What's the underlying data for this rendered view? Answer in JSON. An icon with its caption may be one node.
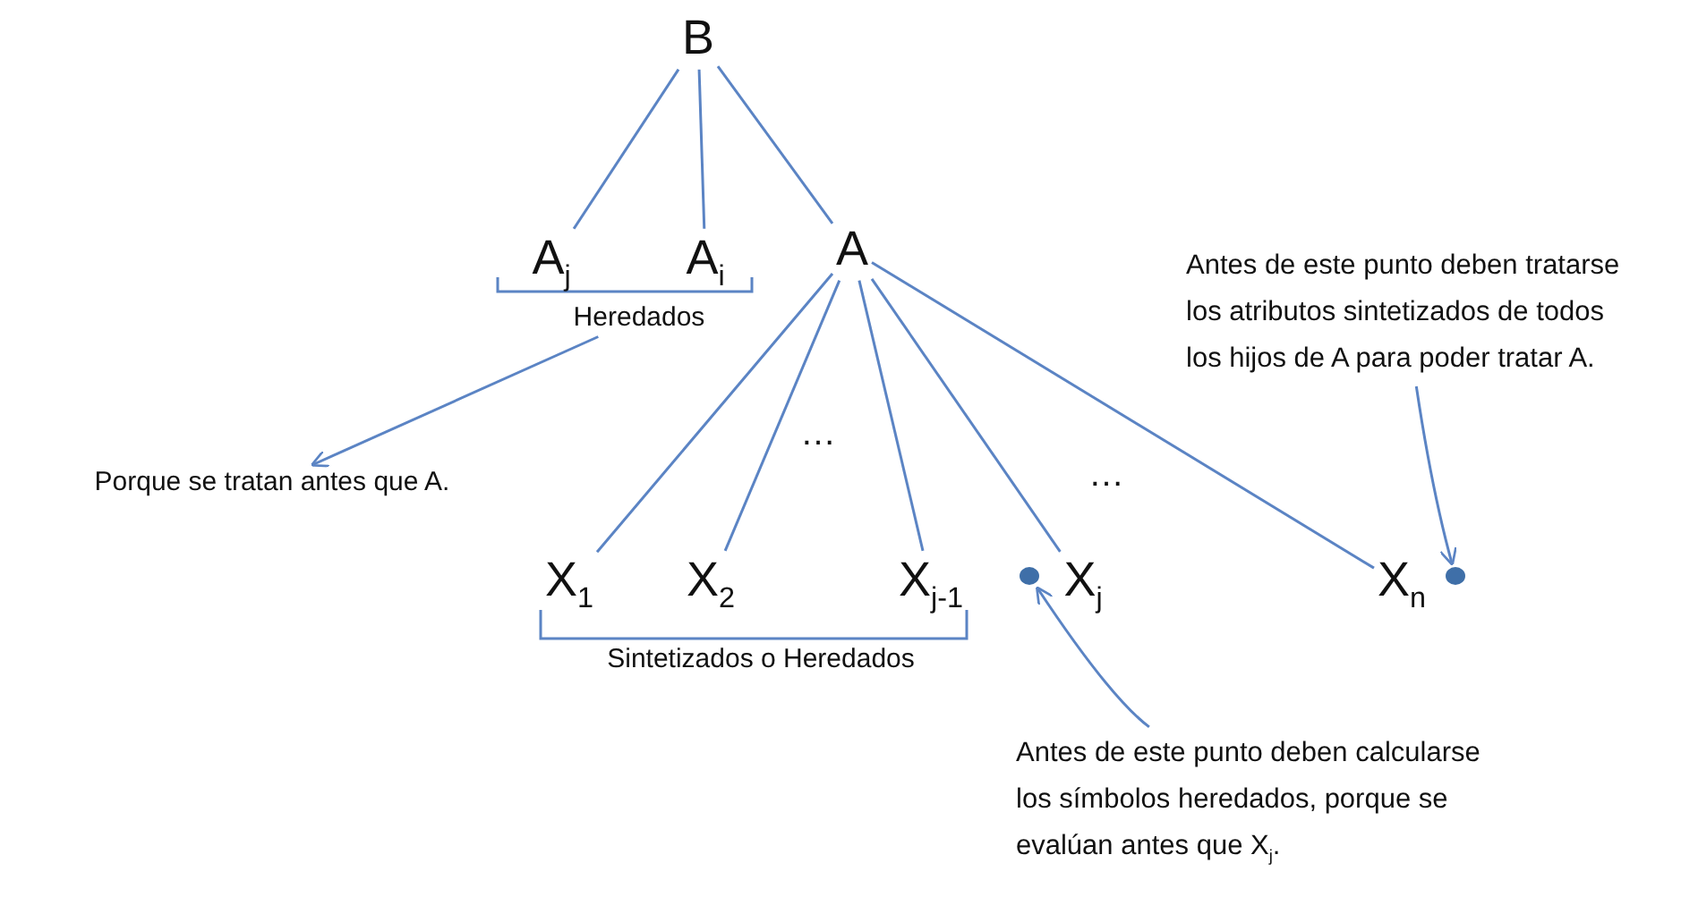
{
  "diagram": {
    "nodes": [
      {
        "text": [
          "B"
        ]
      },
      {
        "text": [
          "A$_{j}$"
        ]
      },
      {
        "text": [
          "A$_{i}$"
        ]
      },
      {
        "text": [
          "A"
        ]
      },
      {
        "text": [
          "Heredados"
        ]
      },
      {
        "text": [
          "Porque se tratan antes que A."
        ]
      },
      {
        "text": [
          "X$_{1}$"
        ]
      },
      {
        "text": [
          "X$_{2}$"
        ]
      },
      {
        "text": [
          "X$_{j-1}$"
        ]
      },
      {
        "text": [],
        "shape": "circle"
      },
      {
        "text": [
          "X$_{j}$"
        ]
      },
      {
        "text": [
          "X$_{n}$"
        ]
      },
      {
        "text": [],
        "shape": "circle"
      },
      {
        "text": [
          "Sintetizados o Heredados"
        ]
      },
      {
        "text": [
          "Antes de este punto deben tratarse los atributos sintetizados de todos los hijos de A para poder tratar A."
        ]
      },
      {
        "text": [
          "Antes de este punto deben calcularse los símbolos heredados, porque se evalúan antes que X$_{j}$."
        ]
      }
    ],
    "edges": [
      {
        "from": 0,
        "to": 1,
        "arrow": "none"
      },
      {
        "from": 0,
        "to": 2,
        "arrow": "none"
      },
      {
        "from": 0,
        "to": 3,
        "arrow": "none"
      },
      {
        "from": 3,
        "to": 6,
        "arrow": "none"
      },
      {
        "from": 3,
        "to": 7,
        "arrow": "none"
      },
      {
        "from": 3,
        "to": 8,
        "arrow": "none"
      },
      {
        "from": 3,
        "to": 10,
        "arrow": "none"
      },
      {
        "from": 3,
        "to": 11,
        "arrow": "none"
      },
      {
        "from": 4,
        "to": 5,
        "arrow": "to"
      },
      {
        "from": 14,
        "to": 12,
        "arrow": "to"
      },
      {
        "from": 15,
        "to": 9,
        "arrow": "to"
      }
    ],
    "labels": [
      "…",
      "…"
    ]
  }
}
